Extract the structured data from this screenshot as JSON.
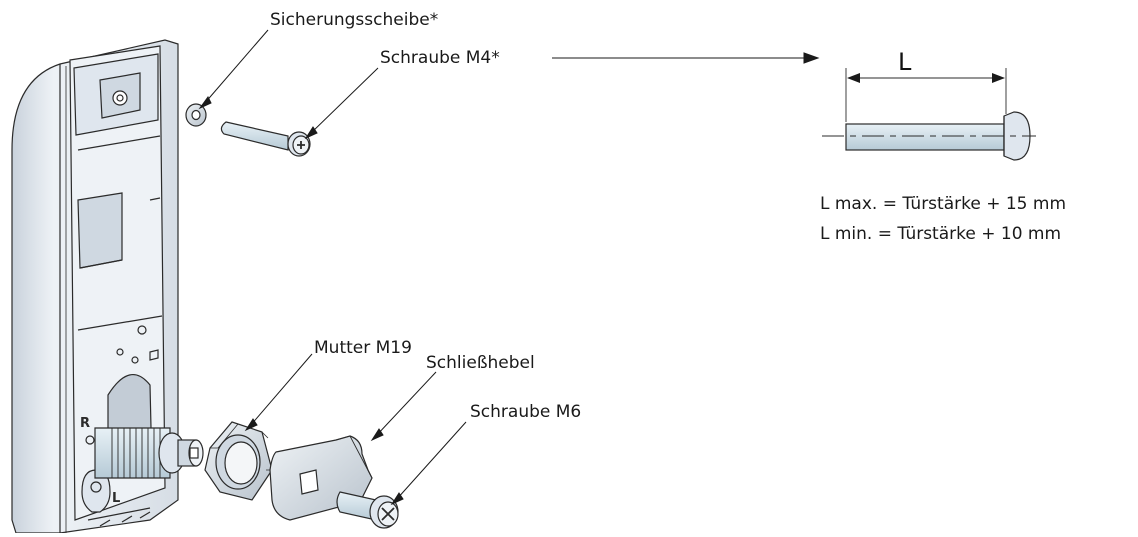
{
  "labels": {
    "lock_washer": "Sicherungsscheibe*",
    "screw_m4": "Schraube M4*",
    "nut_m19": "Mutter M19",
    "cam_lever": "Schließhebel",
    "screw_m6": "Schraube M6"
  },
  "dimension": {
    "letter": "L"
  },
  "formulas": {
    "max": "L max. = Türstärke + 15 mm",
    "min": "L min. = Türstärke + 10 mm"
  },
  "colors": {
    "part_fill": "#dfe6ee",
    "part_dark": "#b9c3ce",
    "outline": "#2b2b2b",
    "screw_fill": "#cfe0ea"
  }
}
